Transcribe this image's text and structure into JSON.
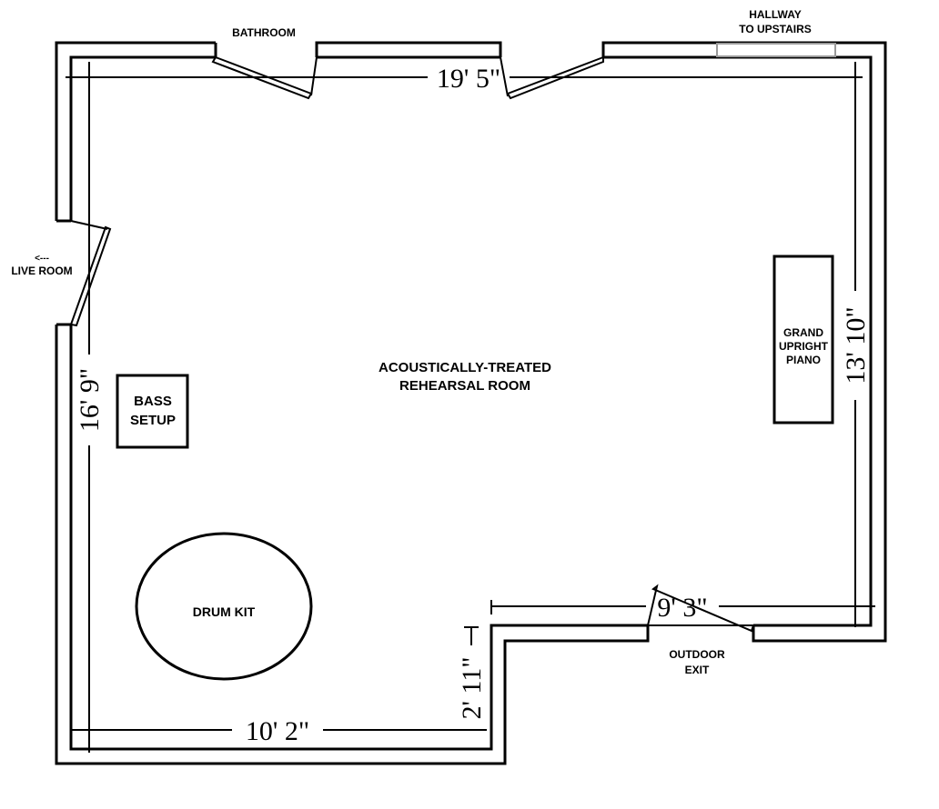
{
  "room_label": [
    "ACOUSTICALLY-TREATED",
    "REHEARSAL ROOM"
  ],
  "labels": {
    "bathroom": "BATHROOM",
    "hallway": [
      "HALLWAY",
      "TO UPSTAIRS"
    ],
    "live_room_arrow": "<---",
    "live_room": "LIVE ROOM",
    "outdoor_exit": [
      "OUTDOOR",
      "EXIT"
    ]
  },
  "furniture": {
    "bass": [
      "BASS",
      "SETUP"
    ],
    "piano": [
      "GRAND",
      "UPRIGHT",
      "PIANO"
    ],
    "drums": "DRUM KIT"
  },
  "dimensions": {
    "top": "19' 5\"",
    "left": "16' 9\"",
    "right": "13' 10\"",
    "bottom": "10' 2\"",
    "step": "2' 11\"",
    "lower_right": "9' 3\""
  }
}
